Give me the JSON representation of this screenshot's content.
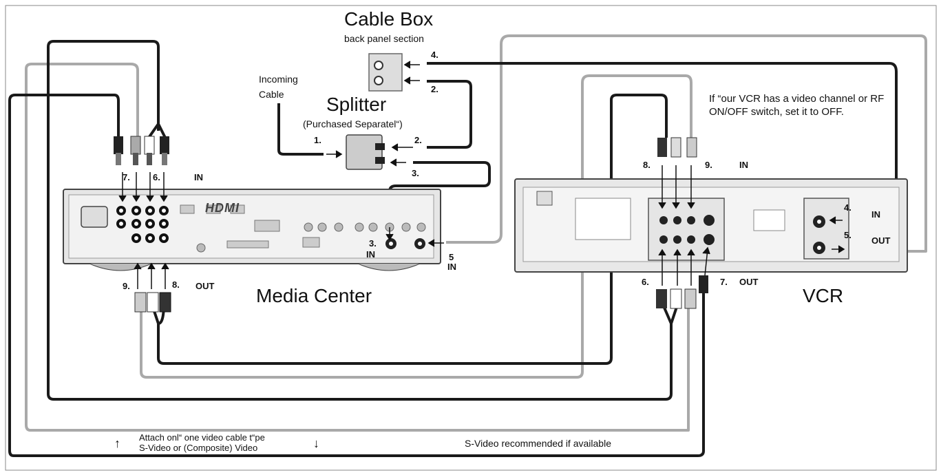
{
  "title": "Cable Box",
  "subtitle": "back panel section",
  "incoming": "Incoming\nCable",
  "splitter": {
    "title": "Splitter",
    "sub": "(Purchased Separatel“)"
  },
  "media_center": "Media Center",
  "vcr": "VCR",
  "hdmi_logo": "HDMI",
  "note": "If “our VCR has a video channel or RF ON/OFF switch, set it to OFF.",
  "attach": "Attach onl“ one video cable t“pe\nS-Video or (Composite) Video",
  "svideo_rec": "S-Video recommended if available",
  "labels": {
    "in": "IN",
    "out": "OUT",
    "n1": "1.",
    "n2": "2.",
    "n3": "3.",
    "n4": "4.",
    "n5": "5",
    "n5vcr": "5.",
    "n6": "6.",
    "n7": "7.",
    "n8": "8.",
    "n9": "9."
  },
  "arrows": {
    "up": "↑",
    "down": "↓"
  }
}
